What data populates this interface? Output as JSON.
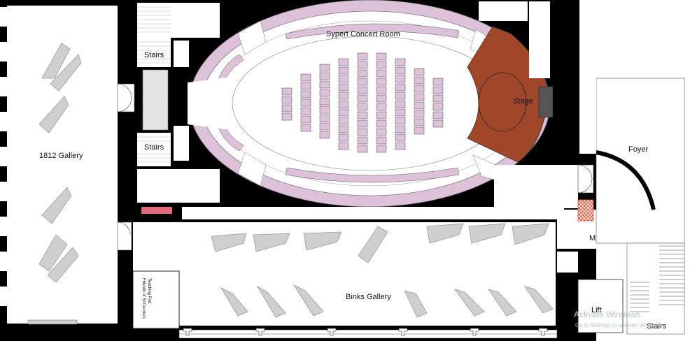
{
  "rooms": {
    "concert_room": "Sypert Concert Room",
    "stage": "Stage",
    "gallery_1812": "1812 Gallery",
    "binks_gallery": "Binks Gallery",
    "foyer": "Foyer",
    "mezzanine": "Mezanine",
    "lift": "Lift",
    "stairs_upper": "Stairs",
    "stairs_lower": "Stairs",
    "stairs_right": "Stairs",
    "teaching_pod_line1": "Friends of St Cecilia's",
    "teaching_pod_line2": "Teaching Pod"
  },
  "watermark": {
    "title": "Activate Windows",
    "subtitle": "Go to Settings to activate Windows."
  },
  "colors": {
    "wall": "#000000",
    "floor": "#ffffff",
    "ring": "#dcc1d8",
    "stage": "#a0472a",
    "display_case": "#cfcfcf",
    "seat": "#d8c7d6",
    "stairwell": "#d9d9d9",
    "marker": "#e06a7c"
  }
}
